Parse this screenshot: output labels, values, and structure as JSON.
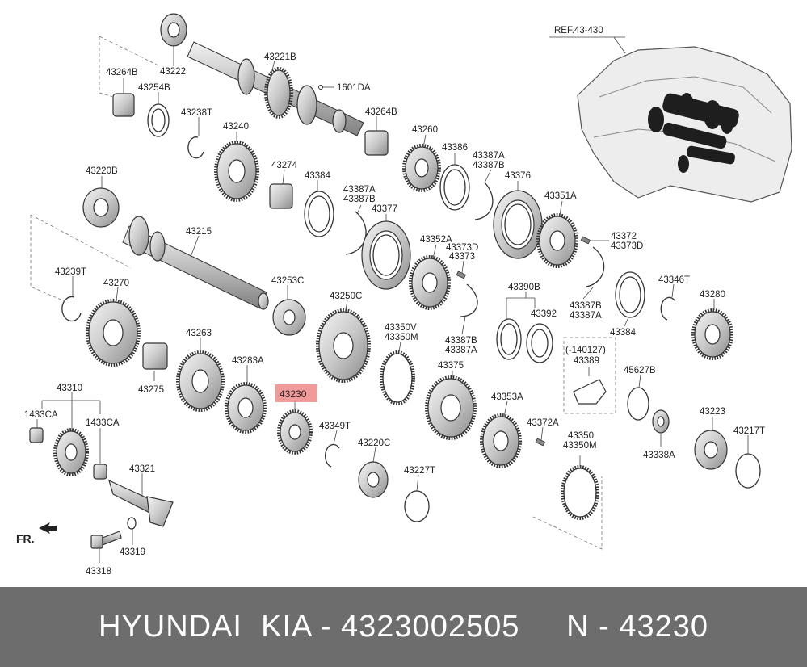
{
  "diagram": {
    "ref_label": "REF.43-430",
    "highlight_label": "43230",
    "direction_label": "FR.",
    "bottom_group_label": "(-140127)",
    "labels": [
      "43222",
      "43221B",
      "1601DA",
      "43264B",
      "43254B",
      "43238T",
      "43240",
      "43264B",
      "43260",
      "43386",
      "43387A",
      "43387B",
      "43376",
      "43220B",
      "43274",
      "43384",
      "43387A",
      "43387B",
      "43377",
      "43351A",
      "43372",
      "43373D",
      "43215",
      "43352A",
      "43373D",
      "43373",
      "43239T",
      "43270",
      "43253C",
      "43390B",
      "43346T",
      "43280",
      "43392",
      "43387B",
      "43387A",
      "43384",
      "43250C",
      "43350V",
      "43350M",
      "43387B",
      "43387A",
      "43263",
      "43283A",
      "43389",
      "45627B",
      "43375",
      "43275",
      "43310",
      "43353A",
      "1433CA",
      "1433CA",
      "43349T",
      "43372A",
      "43223",
      "43217T",
      "43350",
      "43350M",
      "43338A",
      "43220C",
      "43227T",
      "43321",
      "43319",
      "43318"
    ]
  },
  "footer": {
    "text": "HYUNDAI  KIA - 4323002505     N - 43230"
  }
}
